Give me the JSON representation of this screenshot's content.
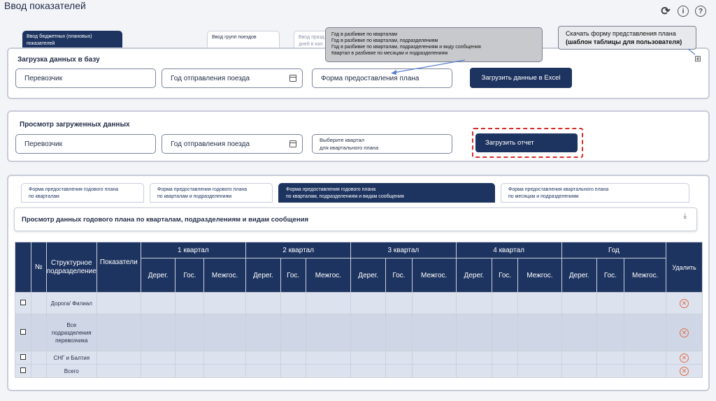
{
  "page": {
    "title": "Ввод показателей"
  },
  "top_icons": [
    "refresh-icon",
    "info-icon",
    "help-icon"
  ],
  "top_tabs": {
    "budget": "Ввод бюджетных (плановых) показателей",
    "train_groups": "Ввод групп поездов",
    "third": "Ввод празд. дней в кал."
  },
  "tooltip": {
    "lines": [
      "Год в разбивке по кварталам",
      "Год в разбивке по кварталам, подразделениям",
      "Год в разбивке по кварталам, подразделениям и виду сообщения",
      "Квартал в разбивке по месяцам и подразделениям"
    ]
  },
  "callout": {
    "line1": "Скачать форму представления плана",
    "line2": "(шаблон таблицы для пользователя)"
  },
  "upload_panel": {
    "title": "Загрузка данных в базу",
    "carrier": "Перевозчик",
    "year": "Год отправления поезда",
    "form": "Форма предоставления плана",
    "button": "Загрузить данные в  Excel"
  },
  "view_panel": {
    "title": "Просмотр загруженных данных",
    "carrier": "Перевозчик",
    "year": "Год отправления поезда",
    "quarter_line1": "Выберите квартал",
    "quarter_line2": "для квартального плана",
    "button": "Загрузить отчет"
  },
  "sub_tabs": [
    {
      "l1": "Форма предоставления годового плана",
      "l2": "по кварталам"
    },
    {
      "l1": "Форма предоставления годового плана",
      "l2": "по кварталам и подразделениям"
    },
    {
      "l1": "Форма предоставления годового плана",
      "l2": "по кварталам, подразделениям и видам сообщения"
    },
    {
      "l1": "Форма предоставления квартального плана",
      "l2": "по месяцам и подразделениям"
    }
  ],
  "view_box": {
    "title": "Просмотр данных годового плана по кварталам, подразделениям и видам сообщения"
  },
  "table": {
    "h_num": "№",
    "h_struct": "Структурное подразделение",
    "h_ind": "Показатели",
    "periods": [
      "1 квартал",
      "2 квартал",
      "3 квартал",
      "4 квартал",
      "Год"
    ],
    "sub": [
      "Дерег.",
      "Гос.",
      "Межгос."
    ],
    "h_delete": "Удалить",
    "rows": [
      "Дорога/ Филиал",
      "Все подразделения перевозчика",
      "СНГ и Балтия",
      "Всего"
    ]
  }
}
